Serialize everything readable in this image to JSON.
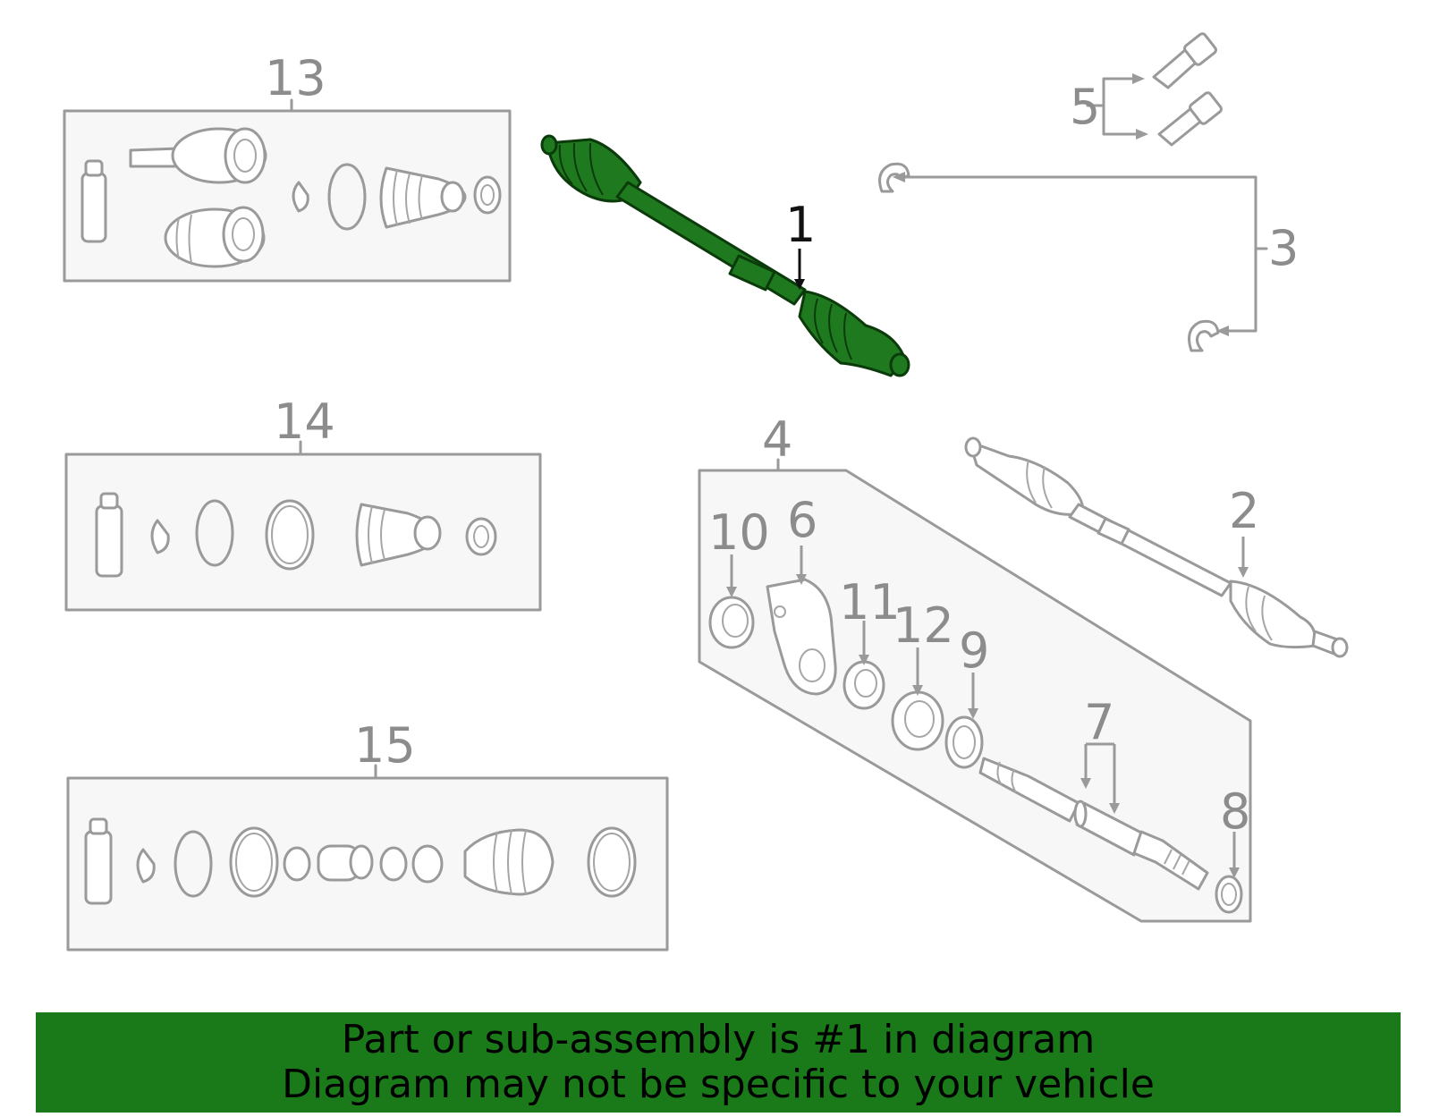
{
  "callouts": {
    "c1": "1",
    "c2": "2",
    "c3": "3",
    "c4": "4",
    "c5": "5",
    "c6": "6",
    "c7": "7",
    "c8": "8",
    "c9": "9",
    "c10": "10",
    "c11": "11",
    "c12": "12",
    "c13": "13",
    "c14": "14",
    "c15": "15"
  },
  "highlighted_part": "1",
  "banner": {
    "line1": "Part or sub-assembly is #1 in diagram",
    "line2": "Diagram may not be specific to your vehicle"
  },
  "colors": {
    "highlight": "#1f7a1f",
    "banner_background": "#1a7a1a",
    "line_art": "#9a9a9a"
  }
}
